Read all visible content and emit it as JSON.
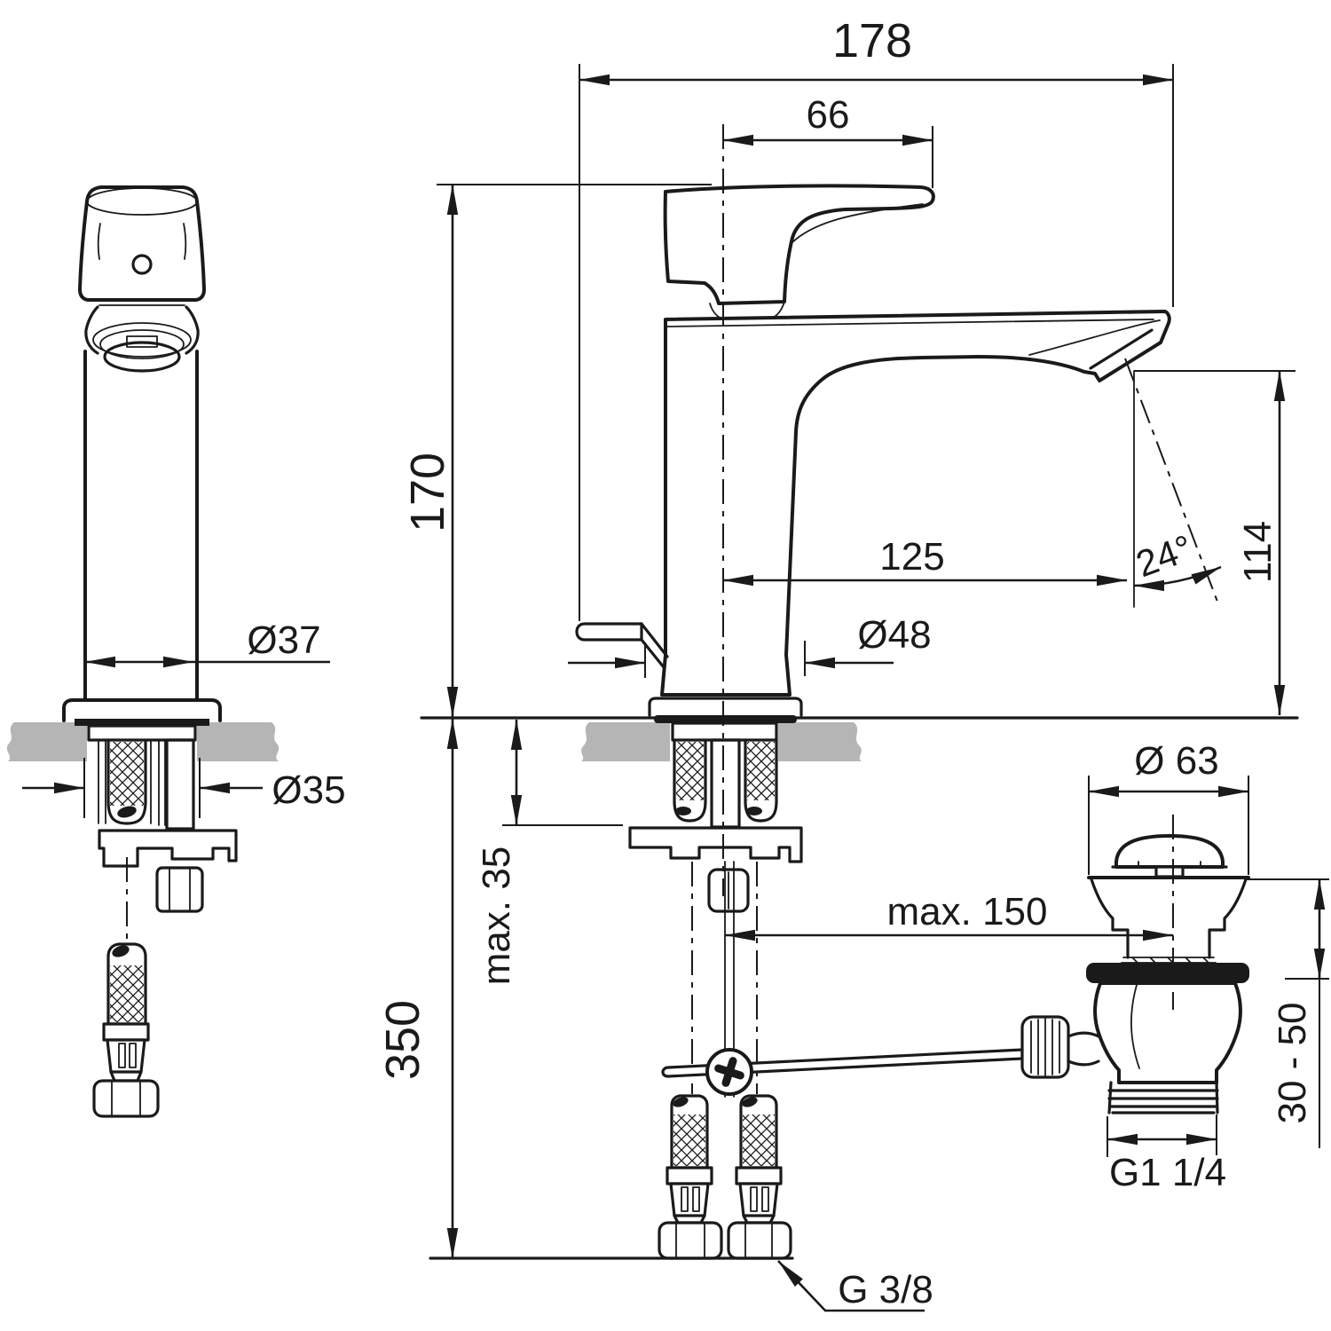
{
  "colors": {
    "line": "#1a1a1a",
    "countertop": "#b5b5b5",
    "background": "#ffffff"
  },
  "dims": {
    "overall_depth": "178",
    "handle_length": "66",
    "height_to_top": "170",
    "spout_reach": "125",
    "spout_angle": "24°",
    "spout_height": "114",
    "body_diameter": "Ø37",
    "base_diameter": "Ø48",
    "mounting_hole": "Ø35",
    "deck_max": "max. 35",
    "hose_drop": "350",
    "rod_max": "max. 150",
    "waste_cap_diameter": "Ø 63",
    "waste_deck_range": "30 - 50",
    "waste_thread": "G1 1/4",
    "supply_thread": "G 3/8"
  }
}
